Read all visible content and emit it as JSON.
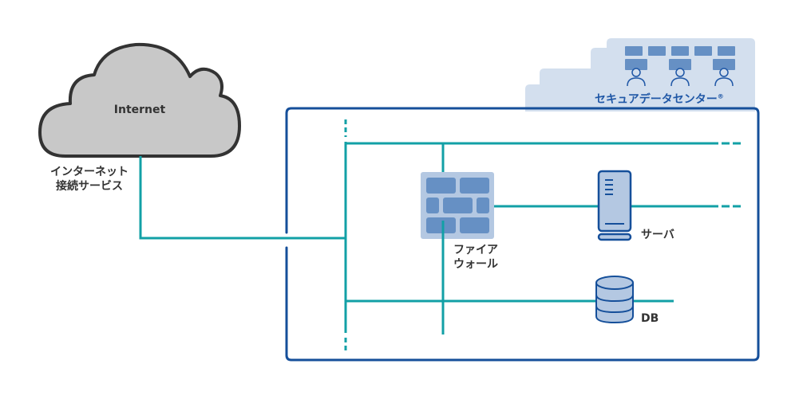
{
  "diagram": {
    "title": "Secure data center network diagram",
    "colors": {
      "link": "#12a0a6",
      "boundary": "#154f9a",
      "device_fill": "#b4c8e2",
      "device_dark": "#5e8cc2",
      "datacenter_bg": "#d3dfee",
      "cloud_fill": "#c8c8c8",
      "cloud_stroke": "#333333",
      "text": "#333333",
      "datacenter_text": "#1f57a6"
    },
    "cloud": {
      "label": "Internet"
    },
    "internet_service": {
      "line1": "インターネット",
      "line2": "接続サービス"
    },
    "datacenter": {
      "label": "セキュアデータセンター",
      "mark": "®"
    },
    "firewall": {
      "line1": "ファイア",
      "line2": "ウォール"
    },
    "server": {
      "label": "サーバ"
    },
    "db": {
      "label": "DB"
    }
  }
}
